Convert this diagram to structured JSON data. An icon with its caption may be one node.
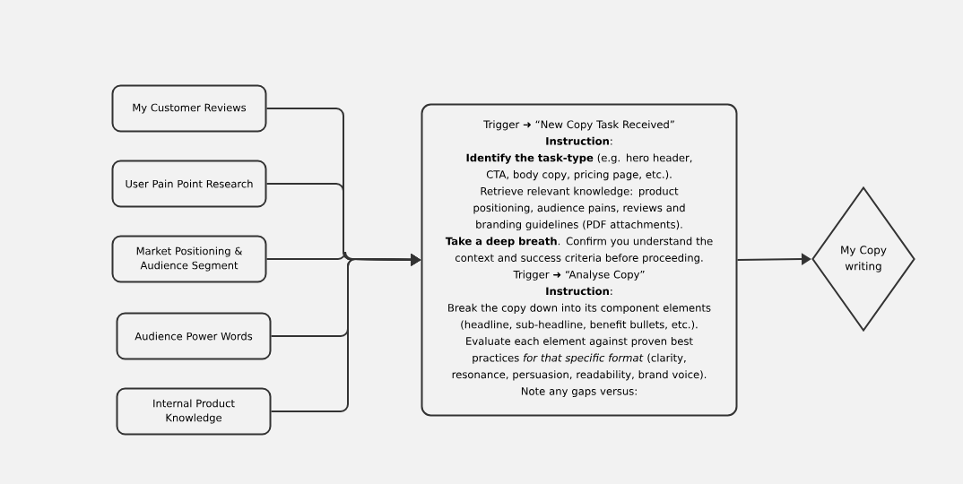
{
  "diagram": {
    "nodes": [
      {
        "text": [
          "My Customer Reviews"
        ]
      },
      {
        "text": [
          "User Pain Point Research"
        ]
      },
      {
        "text": [
          "Market Positioning & Audience Segment"
        ]
      },
      {
        "text": [
          "Audience Power Words"
        ]
      },
      {
        "text": [
          "Internal Product Knowledge"
        ]
      },
      {
        "text": [
          "Trigger ➜ “New Copy Task Received”",
          "**Instruction**:",
          "**Identify the task-type** (e.g. hero header, CTA, body copy, pricing page, etc.).",
          "Retrieve relevant knowledge: product positioning, audience pains, reviews and branding guidelines (PDF attachments).",
          "**Take a deep breath**. Confirm you understand the context and success criteria before proceeding.",
          "Trigger ➜ “Analyse Copy”",
          "**Instruction**:",
          "Break the copy down into its component elements (headline, sub-headline, benefit bullets, etc.).",
          "Evaluate each element against proven best practices *for that specific format* (clarity, resonance, persuasion, readability, brand voice).",
          "Note any gaps versus:"
        ]
      },
      {
        "text": [
          "My Copy writing"
        ]
      }
    ],
    "edges": [
      {
        "from": 0,
        "to": 5,
        "arrow": "to"
      },
      {
        "from": 1,
        "to": 5,
        "arrow": "to"
      },
      {
        "from": 2,
        "to": 5,
        "arrow": "to"
      },
      {
        "from": 3,
        "to": 5,
        "arrow": "to"
      },
      {
        "from": 4,
        "to": 5,
        "arrow": "to"
      },
      {
        "from": 5,
        "to": 6,
        "arrow": "to"
      }
    ]
  }
}
